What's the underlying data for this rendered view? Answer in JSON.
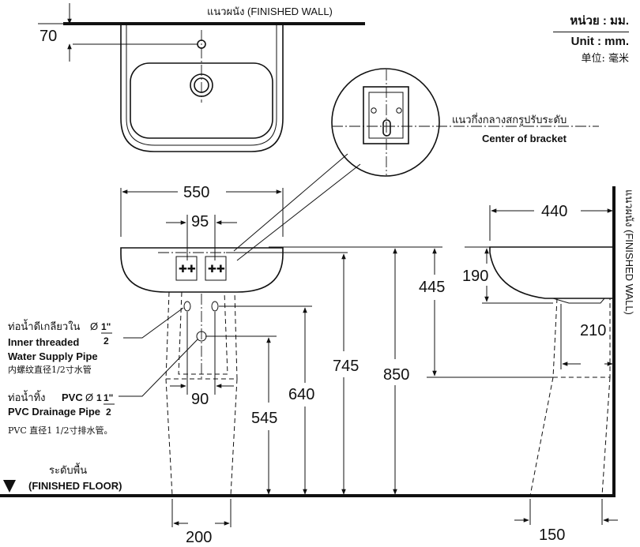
{
  "top_view": {
    "wall_label": "แนวผนัง (FINISHED WALL)",
    "dim_70": "70"
  },
  "units": {
    "thai": "หน่วย : มม.",
    "english": "Unit : mm.",
    "chinese": "单位: 毫米"
  },
  "bracket_callout": {
    "thai": "แนวกึ่งกลางสกรูปรับระดับ",
    "english": "Center of bracket"
  },
  "front_view": {
    "dim_width": "550",
    "dim_bracket": "95",
    "dim_pipe_spacing": "90",
    "dim_pedestal_base": "200",
    "dim_drain_height": "545",
    "dim_supply_height": "640",
    "dim_bracket_height": "745",
    "dim_total_height": "850",
    "floor_label_thai": "ระดับพื้น",
    "floor_label_en": "(FINISHED FLOOR)"
  },
  "supply_pipe": {
    "thai": "ท่อน้ำดีเกลียวใน",
    "symbol": "Ø",
    "size_whole": "",
    "size_num": "1\"",
    "size_den": "2",
    "english_1": "Inner threaded",
    "english_2": "Water Supply Pipe",
    "chinese": "内螺纹直径1/2寸水管"
  },
  "drain_pipe": {
    "thai": "ท่อน้ำทิ้ง",
    "type": "PVC",
    "symbol": "Ø",
    "size_whole": "1",
    "size_num": "1\"",
    "size_den": "2",
    "english": "PVC Drainage Pipe",
    "chinese": "PVC 直径1 1/2寸排水管。"
  },
  "side_view": {
    "wall_label": "แนวผนัง (FINISHED WALL)",
    "dim_depth": "440",
    "dim_bowl_height": "190",
    "dim_445": "445",
    "dim_210": "210",
    "dim_pedestal_depth": "150"
  }
}
